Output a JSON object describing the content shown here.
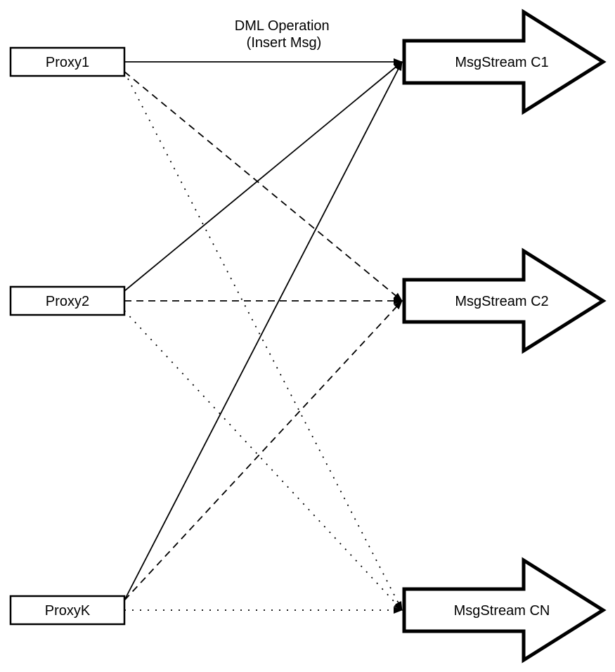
{
  "diagram": {
    "label": {
      "line1": "DML Operation",
      "line2": "(Insert Msg)"
    },
    "proxies": [
      {
        "id": "proxy1",
        "label": "Proxy1"
      },
      {
        "id": "proxy2",
        "label": "Proxy2"
      },
      {
        "id": "proxyk",
        "label": "ProxyK"
      }
    ],
    "streams": [
      {
        "id": "c1",
        "label": "MsgStream C1"
      },
      {
        "id": "c2",
        "label": "MsgStream C2"
      },
      {
        "id": "cn",
        "label": "MsgStream CN"
      }
    ],
    "edges": [
      {
        "from": "proxy1",
        "to": "c1",
        "style": "solid"
      },
      {
        "from": "proxy1",
        "to": "c2",
        "style": "dashed"
      },
      {
        "from": "proxy1",
        "to": "cn",
        "style": "dotted"
      },
      {
        "from": "proxy2",
        "to": "c1",
        "style": "solid"
      },
      {
        "from": "proxy2",
        "to": "c2",
        "style": "dashed"
      },
      {
        "from": "proxy2",
        "to": "cn",
        "style": "dotted"
      },
      {
        "from": "proxyk",
        "to": "c1",
        "style": "solid"
      },
      {
        "from": "proxyk",
        "to": "c2",
        "style": "dashed"
      },
      {
        "from": "proxyk",
        "to": "cn",
        "style": "dotted"
      }
    ],
    "colors": {
      "stroke": "#000000",
      "fill": "#ffffff",
      "background": "#ffffff"
    }
  }
}
